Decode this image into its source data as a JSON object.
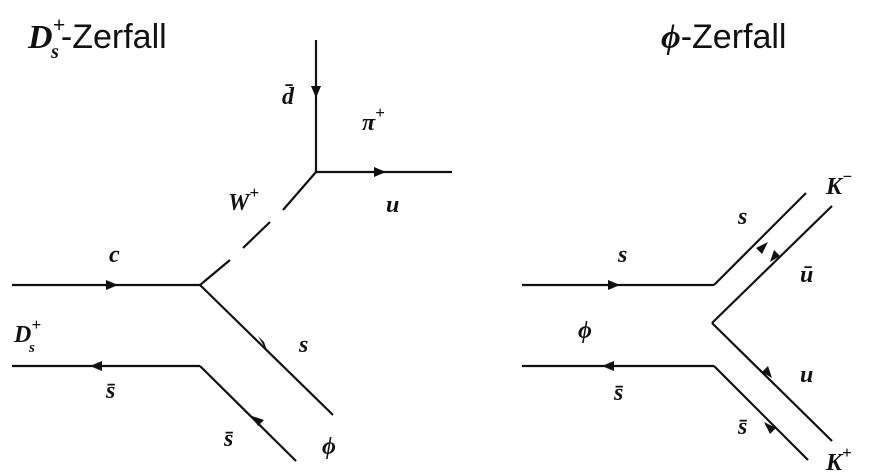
{
  "left": {
    "title": {
      "main": "D",
      "sup": "+",
      "sub": "s",
      "rest": "-Zerfall"
    },
    "labels": {
      "d_bar": "d̄",
      "pi_plus": {
        "main": "π",
        "sup": "+"
      },
      "w_plus": {
        "main": "W",
        "sup": "+"
      },
      "u": "u",
      "c": "c",
      "ds_plus": {
        "main": "D",
        "sup": "+",
        "sub": "s"
      },
      "s": "s",
      "s_bar_left": "s̄",
      "s_bar_bottom": "s̄",
      "phi": "ϕ"
    }
  },
  "right": {
    "title": {
      "main": "ϕ",
      "rest": "-Zerfall"
    },
    "labels": {
      "s_in": "s",
      "phi": "ϕ",
      "s_bar_in": "s̄",
      "s_up": "s",
      "k_minus": {
        "main": "K",
        "sup": "−"
      },
      "u_bar": "ū",
      "u_low": "u",
      "s_bar_low": "s̄",
      "k_plus": {
        "main": "K",
        "sup": "+"
      }
    }
  }
}
